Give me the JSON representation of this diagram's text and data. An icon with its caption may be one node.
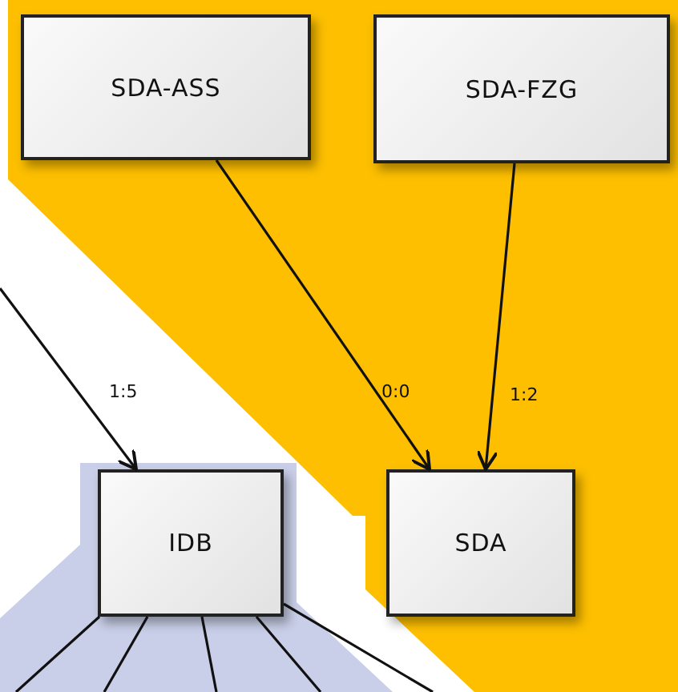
{
  "diagram": {
    "nodes": [
      {
        "text": [
          "SDA-ASS"
        ]
      },
      {
        "text": [
          "SDA-FZG"
        ]
      },
      {
        "text": [
          "IDB"
        ]
      },
      {
        "text": [
          "SDA"
        ]
      }
    ],
    "edges": [
      {
        "from": 0,
        "to": 3,
        "arrow": "to",
        "label": "0:0"
      },
      {
        "from": 1,
        "to": 3,
        "arrow": "to",
        "label": "1:2"
      },
      {
        "from": null,
        "to": 2,
        "arrow": "to",
        "label": "1:5"
      },
      {
        "from": 2,
        "to": null,
        "arrow": "none"
      },
      {
        "from": 2,
        "to": null,
        "arrow": "none"
      },
      {
        "from": 2,
        "to": null,
        "arrow": "none"
      },
      {
        "from": 2,
        "to": null,
        "arrow": "none"
      },
      {
        "from": 2,
        "to": null,
        "arrow": "none"
      }
    ]
  }
}
